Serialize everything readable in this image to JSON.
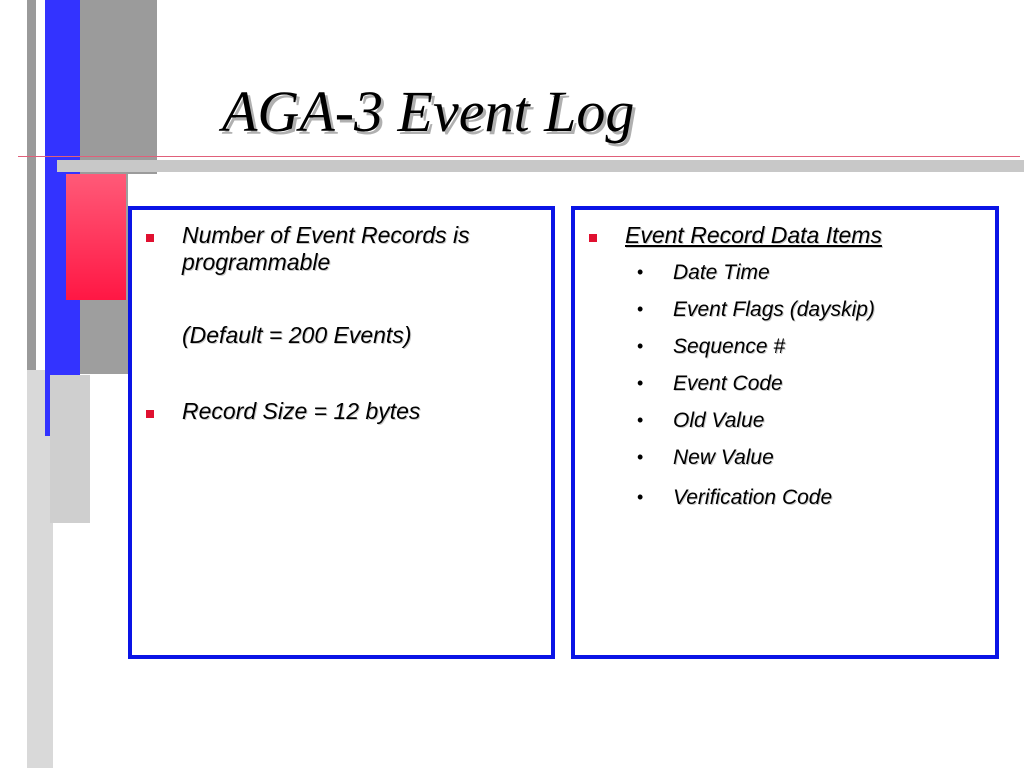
{
  "slide": {
    "title": "AGA-3 Event Log",
    "left_panel": {
      "bullets": [
        {
          "line1": "Number of Event Records is",
          "line2": "programmable",
          "note": "(Default = 200 Events)"
        },
        {
          "line1": "Record Size = 12 bytes"
        }
      ]
    },
    "right_panel": {
      "heading": "Event Record Data Items",
      "items": [
        "Date Time",
        "Event Flags (dayskip)",
        "Sequence #",
        "Event Code",
        "Old Value",
        "New Value",
        "Verification Code"
      ]
    }
  },
  "colors": {
    "panel_border": "#0a14e6",
    "bullet_square": "#e01030",
    "accent_red": "#ff1744",
    "accent_blue": "#3333ff",
    "decor_gray": "#a0a0a0"
  }
}
